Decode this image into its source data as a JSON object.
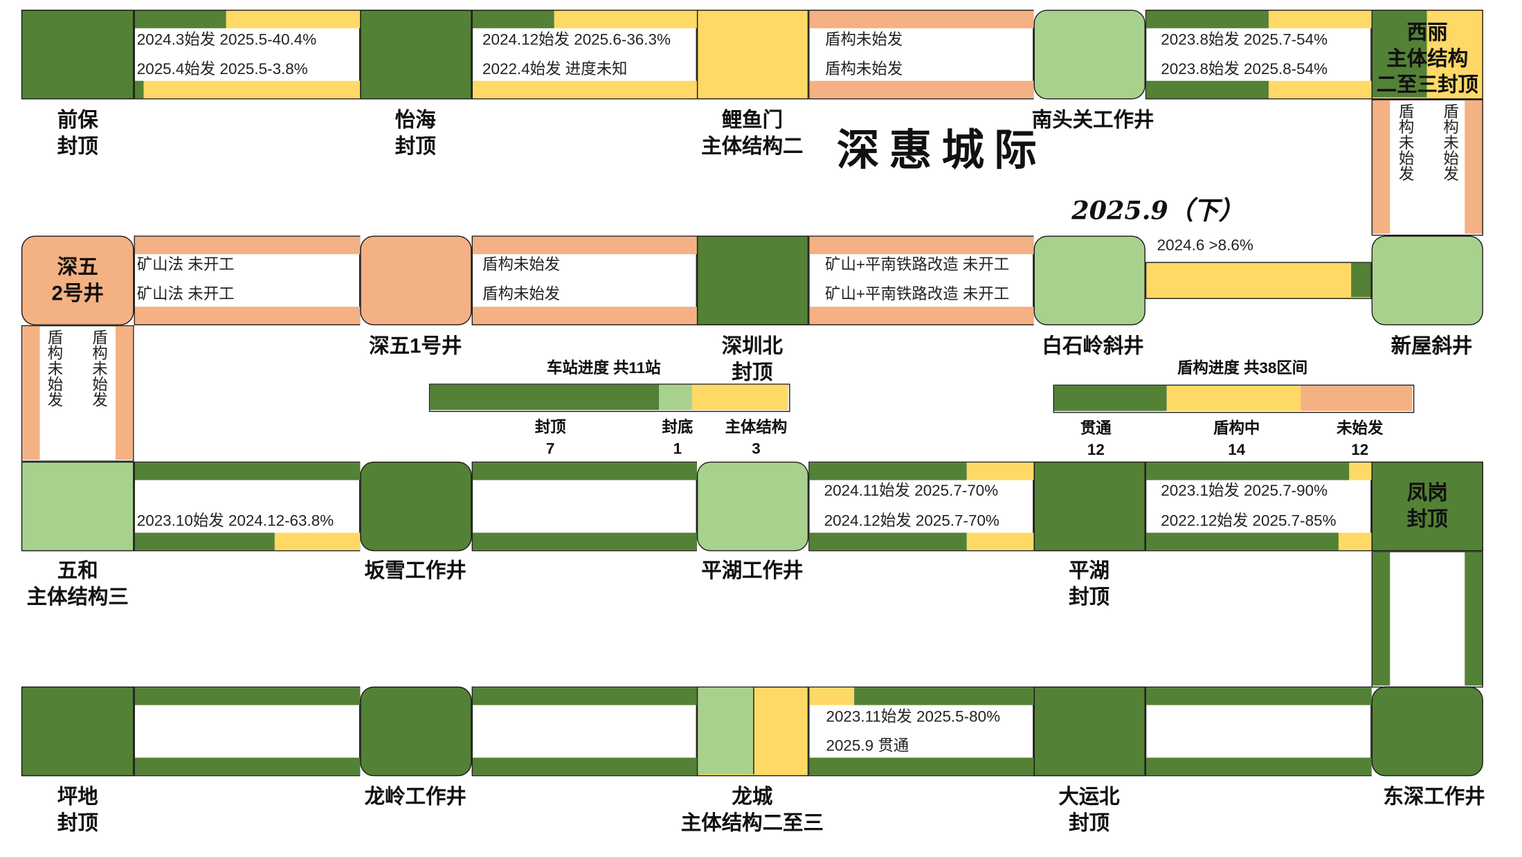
{
  "title": "深惠城际",
  "period": "2025.9（下）",
  "colors": {
    "dark_green": "#538135",
    "light_green": "#a9d18e",
    "yellow": "#ffd966",
    "salmon": "#f4b183"
  },
  "stations": {
    "qianbao": "前保\n封顶",
    "yihai": "怡海\n封顶",
    "liyumen": "鲤鱼门\n主体结构二",
    "nantouguan": "南头关工作井",
    "xili": "西丽\n主体结构\n二至三封顶",
    "shenwu2": "深五\n2号井",
    "shenwu1": "深五1号井",
    "shenzhenbei": "深圳北\n封顶",
    "baishiling": "白石岭斜井",
    "xinwu": "新屋斜井",
    "wuhe": "五和\n主体结构三",
    "banxue": "坂雪工作井",
    "pinghu_ws": "平湖工作井",
    "pinghu": "平湖\n封顶",
    "fenggang": "凤岗\n封顶",
    "pingdi": "坪地\n封顶",
    "longling": "龙岭工作井",
    "longcheng": "龙城\n主体结构二至三",
    "dayunbei": "大运北\n封顶",
    "dongshen": "东深工作井"
  },
  "sections": {
    "s1_a": "2024.3始发 2025.5-40.4%",
    "s1_b": "2025.4始发 2025.5-3.8%",
    "s2_a": "2024.12始发 2025.6-36.3%",
    "s2_b": "2022.4始发 进度未知",
    "s3_a": "盾构未始发",
    "s3_b": "盾构未始发",
    "s4_a": "2023.8始发 2025.7-54%",
    "s4_b": "2023.8始发 2025.8-54%",
    "v_xili_a": "盾构未始发",
    "v_xili_b": "盾构未始发",
    "s5_a": "矿山法 未开工",
    "s5_b": "矿山法 未开工",
    "s6_a": "盾构未始发",
    "s6_b": "盾构未始发",
    "s7_a": "矿山+平南铁路改造 未开工",
    "s7_b": "矿山+平南铁路改造 未开工",
    "s8_a": "2024.6 >8.6%",
    "v_shenwu_a": "盾构未始发",
    "v_shenwu_b": "盾构未始发",
    "s9_a": "2023.10始发 2024.12-63.8%",
    "s10_a": "2024.11始发 2025.7-70%",
    "s10_b": "2024.12始发 2025.7-70%",
    "s11_a": "2023.1始发 2025.7-90%",
    "s11_b": "2022.12始发 2025.7-85%",
    "s12_a": "2023.11始发 2025.5-80%",
    "s12_b": "2025.9 贯通"
  },
  "summary_station": {
    "title": "车站进度 共11站",
    "items": [
      {
        "label": "封顶",
        "value": "7"
      },
      {
        "label": "封底",
        "value": "1"
      },
      {
        "label": "主体结构",
        "value": "3"
      }
    ]
  },
  "summary_shield": {
    "title": "盾构进度 共38区间",
    "items": [
      {
        "label": "贯通",
        "value": "12"
      },
      {
        "label": "盾构中",
        "value": "14"
      },
      {
        "label": "未始发",
        "value": "12"
      }
    ]
  }
}
